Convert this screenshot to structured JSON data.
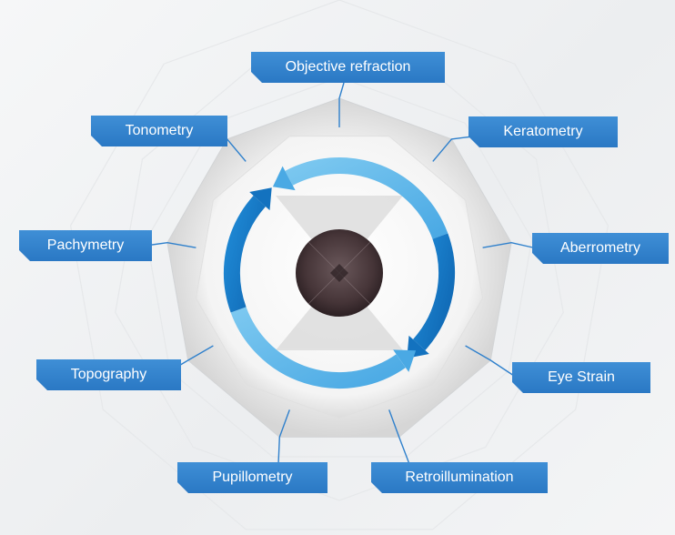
{
  "diagram": {
    "center_element": "eye-lens",
    "accent_color": "#2f80cc",
    "arrow_light_color": "#5ab6ea",
    "arrow_dark_color": "#1477c4",
    "lens_color": "#4a3a3e",
    "labels": {
      "objective_refraction": "Objective refraction",
      "keratometry": "Keratometry",
      "aberrometry": "Aberrometry",
      "eye_strain": "Eye Strain",
      "retroillumination": "Retroillumination",
      "pupillometry": "Pupillometry",
      "topography": "Topography",
      "pachymetry": "Pachymetry",
      "tonometry": "Tonometry"
    }
  }
}
